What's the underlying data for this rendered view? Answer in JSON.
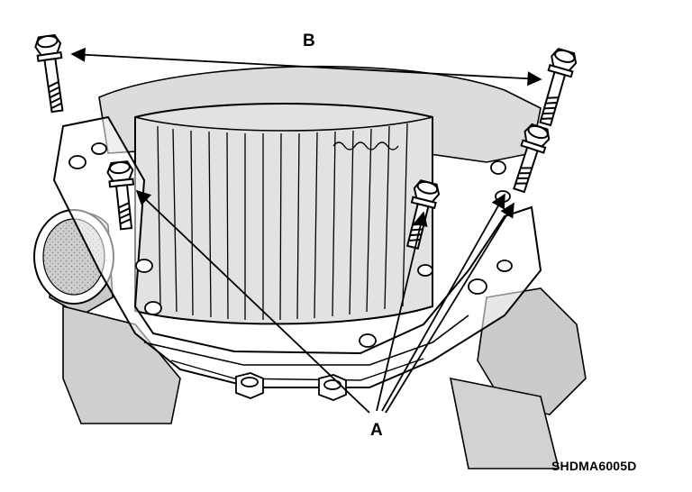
{
  "figure": {
    "callout_a": "A",
    "callout_b": "B",
    "figure_code": "SHDMA6005D"
  },
  "colors": {
    "ink": "#000000",
    "paper": "#ffffff",
    "shade": "#bdbdbd"
  },
  "icons": {
    "bolt": "hex-head-bolt-icon",
    "arrow": "arrowhead-icon"
  }
}
